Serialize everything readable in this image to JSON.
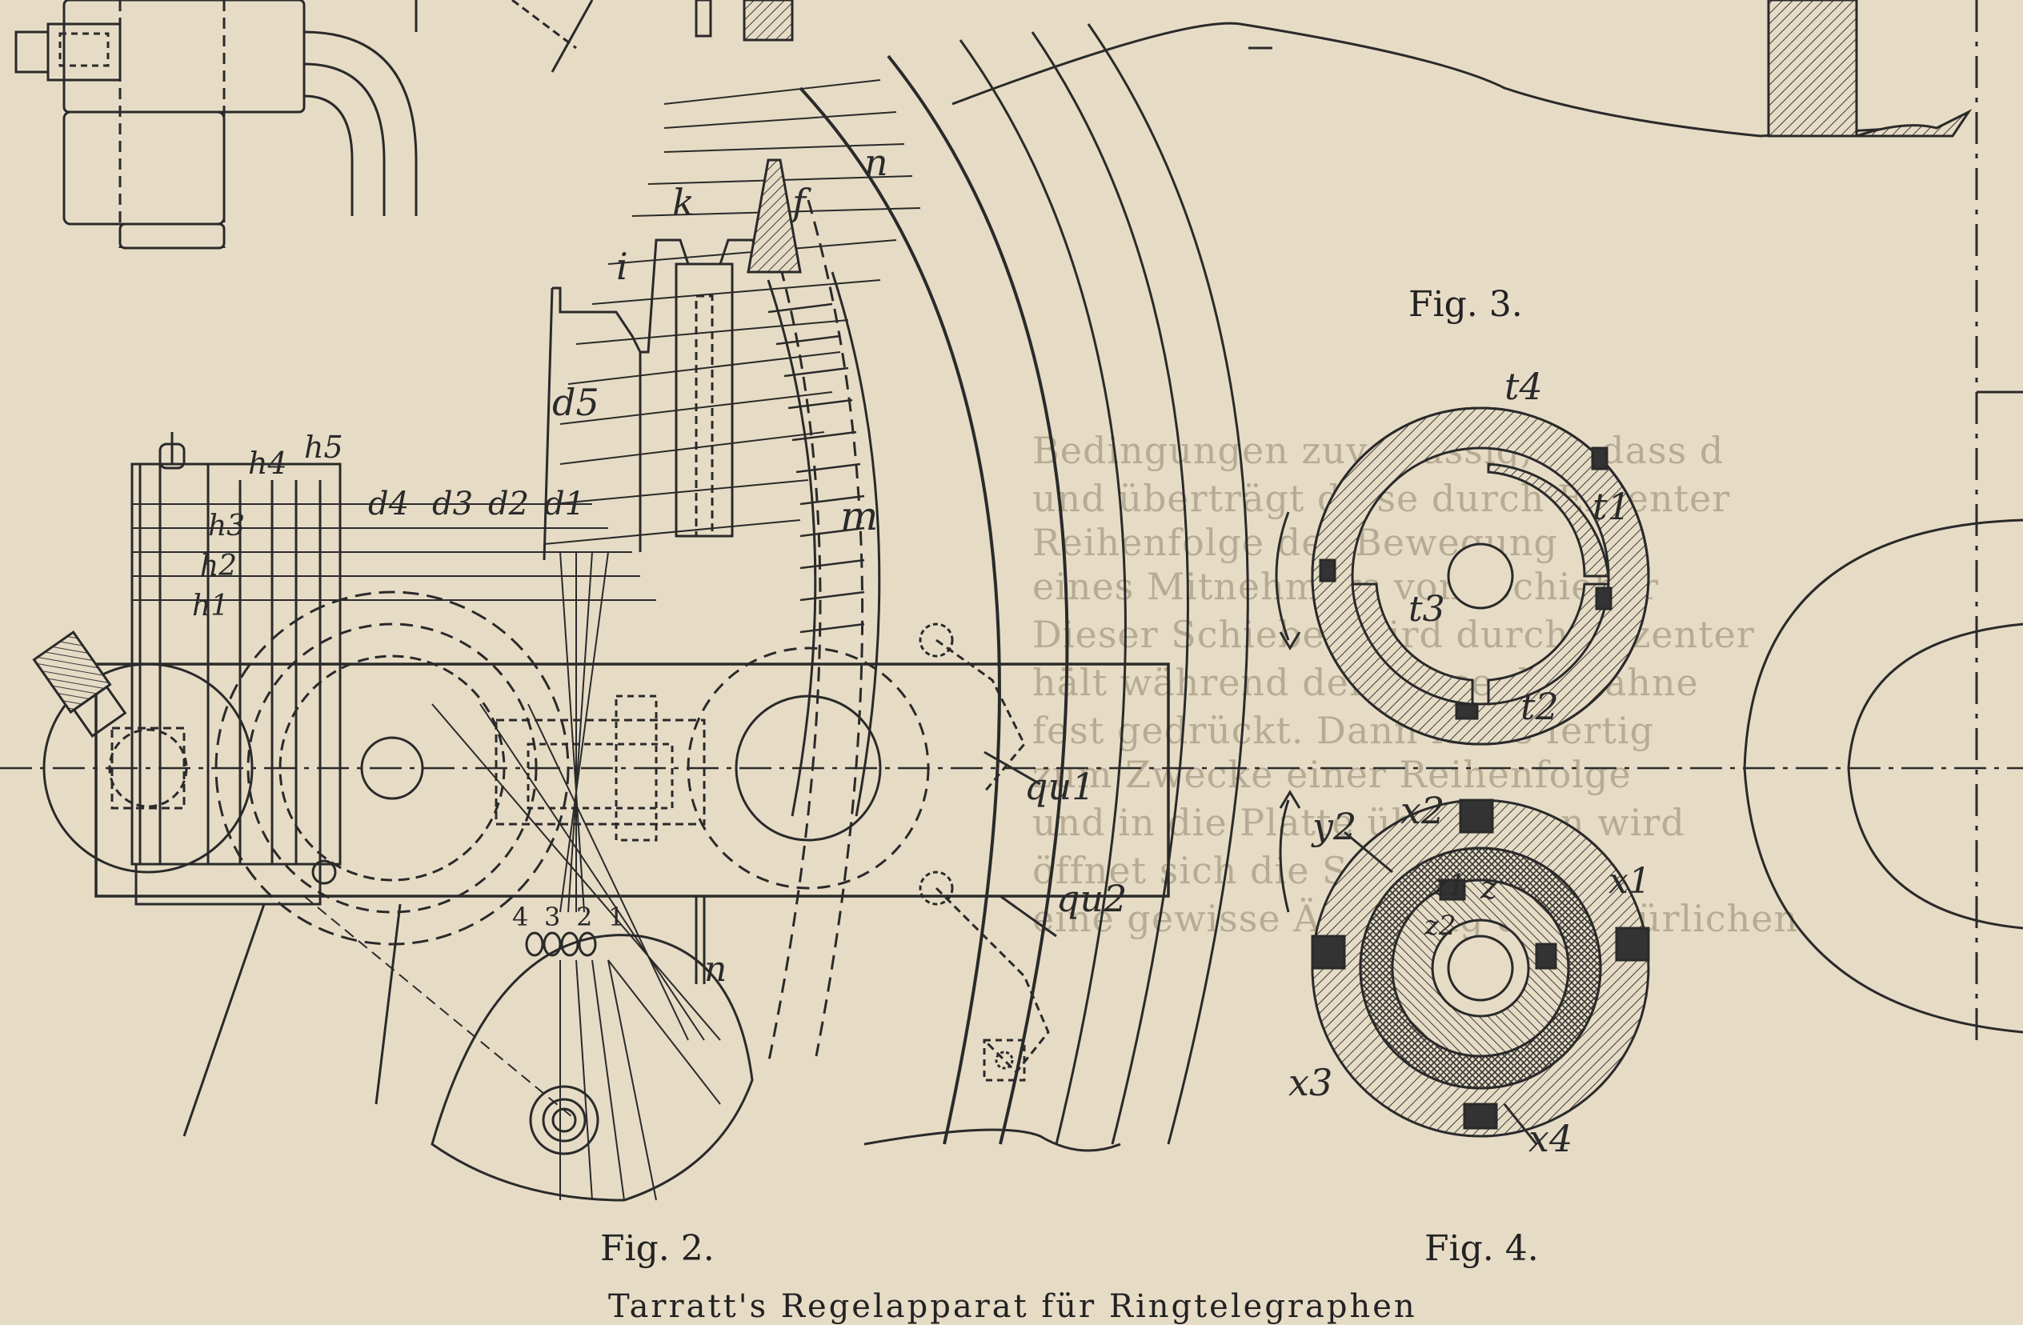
{
  "captions": {
    "fig2": "Fig. 2.",
    "fig3": "Fig. 3.",
    "fig4": "Fig. 4.",
    "plate_title": "Tarratt's Regelapparat für Ringtelegraphen"
  },
  "fig2_labels": {
    "k": "k",
    "f": "f",
    "n_top": "n",
    "i": "i",
    "d5": "d5",
    "h4": "h4",
    "h5": "h5",
    "h3": "h3",
    "h2": "h2",
    "h1": "h1",
    "d4": "d4",
    "d3": "d3",
    "d2": "d2",
    "d1": "d1",
    "m": "m",
    "qu1": "qu1",
    "qu2": "qu2",
    "n_bottom": "n",
    "num4": "4",
    "num3": "3",
    "num2": "2",
    "num1": "1"
  },
  "fig4_labels": {
    "t4": "t4",
    "t1": "t1",
    "t3": "t3",
    "t2": "t2",
    "y2": "y2",
    "x2": "x2",
    "x1": "x1",
    "z1": "z1",
    "z": "z",
    "z2": "z2",
    "x3": "x3",
    "x4": "x4"
  },
  "background_text": {
    "line1": "Bedingungen zuverlässig, so dass d",
    "line2": "und überträgt diese durch Exzenter",
    "line3": "Reihenfolge der Bewegung",
    "line4": "eines Mitnehmers vom Schieber",
    "line5": "Dieser Schieber wird durch Exzenter",
    "line6": "hält während der Pause die Zähne",
    "line7": "fest gedrückt. Dann ist es fertig",
    "line8": "zum Zwecke einer Reihenfolge",
    "line9": "und in die Platte übertragen wird",
    "line10": "öffnet sich die Schere durch",
    "line11": "eine gewisse Änderung der natürlichen"
  },
  "colors": {
    "paper": "#e6dcc6",
    "ink": "#2a2a2a",
    "hatch": "#3a3a3a",
    "bleed_text": "#b7ab94"
  }
}
